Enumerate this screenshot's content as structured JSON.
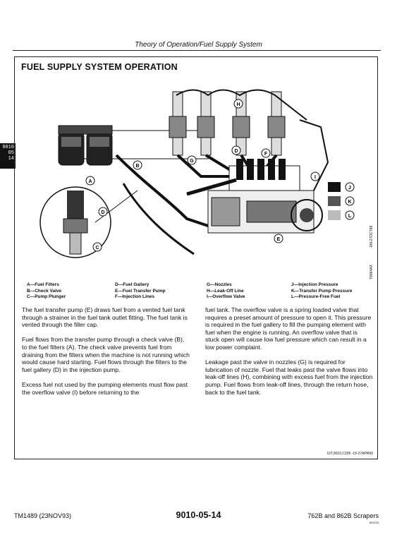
{
  "header": {
    "title": "Theory of Operation/Fuel Supply System"
  },
  "tab": {
    "line1": "9010",
    "line2": "05",
    "line3": "14"
  },
  "section": {
    "title": "FUEL SUPPLY SYSTEM OPERATION"
  },
  "diagram": {
    "callouts": [
      "A",
      "B",
      "C",
      "D",
      "E",
      "F",
      "G",
      "H",
      "I",
      "D",
      "J",
      "K",
      "L"
    ],
    "figure_ids": [
      "-UN-27OCT88",
      "T8964AX"
    ]
  },
  "legend": {
    "col1": [
      "A—Fuel Filters",
      "B—Check Valve",
      "C—Pump Plunger"
    ],
    "col2": [
      "D—Fuel Gallery",
      "E—Fuel Transfer Pump",
      "F—Injection Lines"
    ],
    "col3": [
      "G—Nozzles",
      "H—Leak-Off Line",
      "I—Overflow Valve"
    ],
    "col4": [
      "J—Injection Pressure",
      "K—Transfer Pump Pressure",
      "L—Pressure-Free Fuel"
    ]
  },
  "body": {
    "left": [
      "The fuel transfer pump (E) draws fuel from a vented fuel tank through a strainer in the fuel tank outlet fitting. The fuel tank is vented through the filler cap.",
      "Fuel flows from the transfer pump through a check valve (B), to the fuel filters (A). The check valve prevents fuel from draining from the filters when the machine is not running which would cause hard starting. Fuel flows through the filters to the fuel gallery (D) in the injection pump.",
      "Excess fuel not used by the pumping elements must flow past the overflow valve (I) before returning to the"
    ],
    "right": [
      "fuel tank. The overflow valve is a spring loaded valve that requires a preset amount of pressure to open it. This pressure is required in the fuel gallery to fill the pumping element with fuel when the engine is running. An overflow valve that is stuck open will cause low fuel pressure which can result in a low power complaint.",
      "Leakage past the valve in nozzles (G) is required for lubrication of nozzle. Fuel that leaks past the valve flows into leak-off lines (H), combining with excess fuel from the injection pump. Fuel flows from leak-off lines, through the return hose, back to the fuel tank."
    ]
  },
  "box_footer": {
    "ref": "10T,9010,C205 -19-27APR90"
  },
  "footer": {
    "manual": "TM1489 (23NOV93)",
    "page": "9010-05-14",
    "model": "762B and 862B Scrapers",
    "code": "891193"
  },
  "colors": {
    "ink": "#111111",
    "pressure_dark": "#111111",
    "pressure_mid": "#555555",
    "pressure_light": "#bbbbbb"
  }
}
